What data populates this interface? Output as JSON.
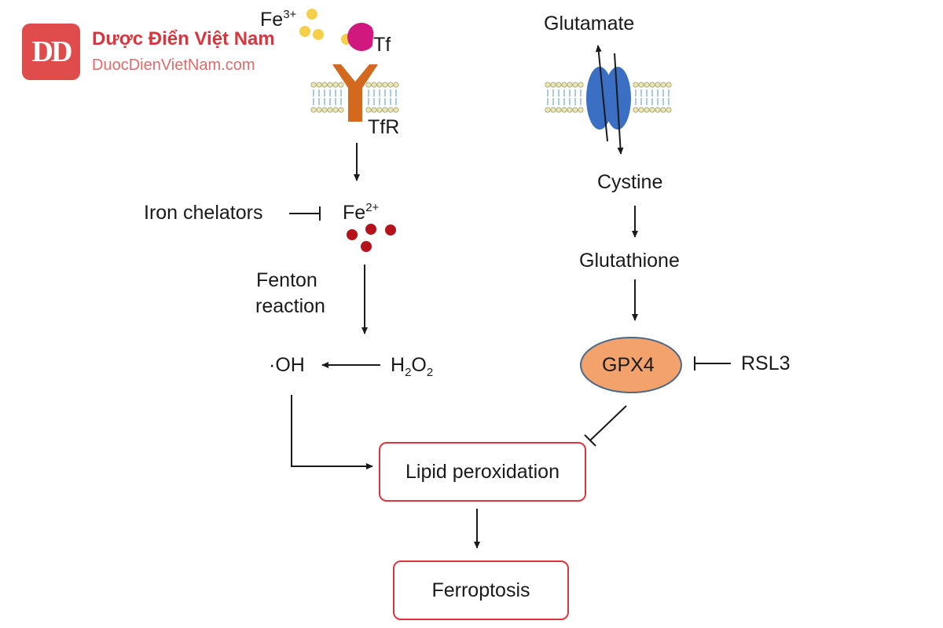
{
  "logo": {
    "badge": "DD",
    "title": "Dược Điển Việt Nam",
    "subtitle": "DuocDienVietNam.com",
    "color": "#d9353d"
  },
  "iron_pathway": {
    "fe3": {
      "base": "Fe",
      "sup": "3+"
    },
    "tf": "Tf",
    "tfr": "TfR",
    "fe2": {
      "base": "Fe",
      "sup": "2+"
    },
    "iron_chelators": "Iron chelators",
    "fenton_line1": "Fenton",
    "fenton_line2": "reaction",
    "oh": "·OH",
    "h2o2": {
      "h": "H",
      "two_a": "2",
      "o": "O",
      "two_b": "2"
    }
  },
  "glutamate_pathway": {
    "glutamate": "Glutamate",
    "cystine": "Cystine",
    "glutathione": "Glutathione",
    "gpx4": "GPX4",
    "rsl3": "RSL3"
  },
  "outcome": {
    "lipid_peroxidation": "Lipid peroxidation",
    "ferroptosis": "Ferroptosis"
  },
  "colors": {
    "fe3_dots": "#f5cf4a",
    "fe2_dots": "#b5121b",
    "tf_pacman": "#d1187f",
    "tfr": "#d2691e",
    "transporter": "#3a6fc4",
    "gpx4_fill": "#f2a26a",
    "box_border": "#e0343c",
    "membrane_head": "#ece7b0",
    "membrane_tail": "#8cb8d8"
  }
}
